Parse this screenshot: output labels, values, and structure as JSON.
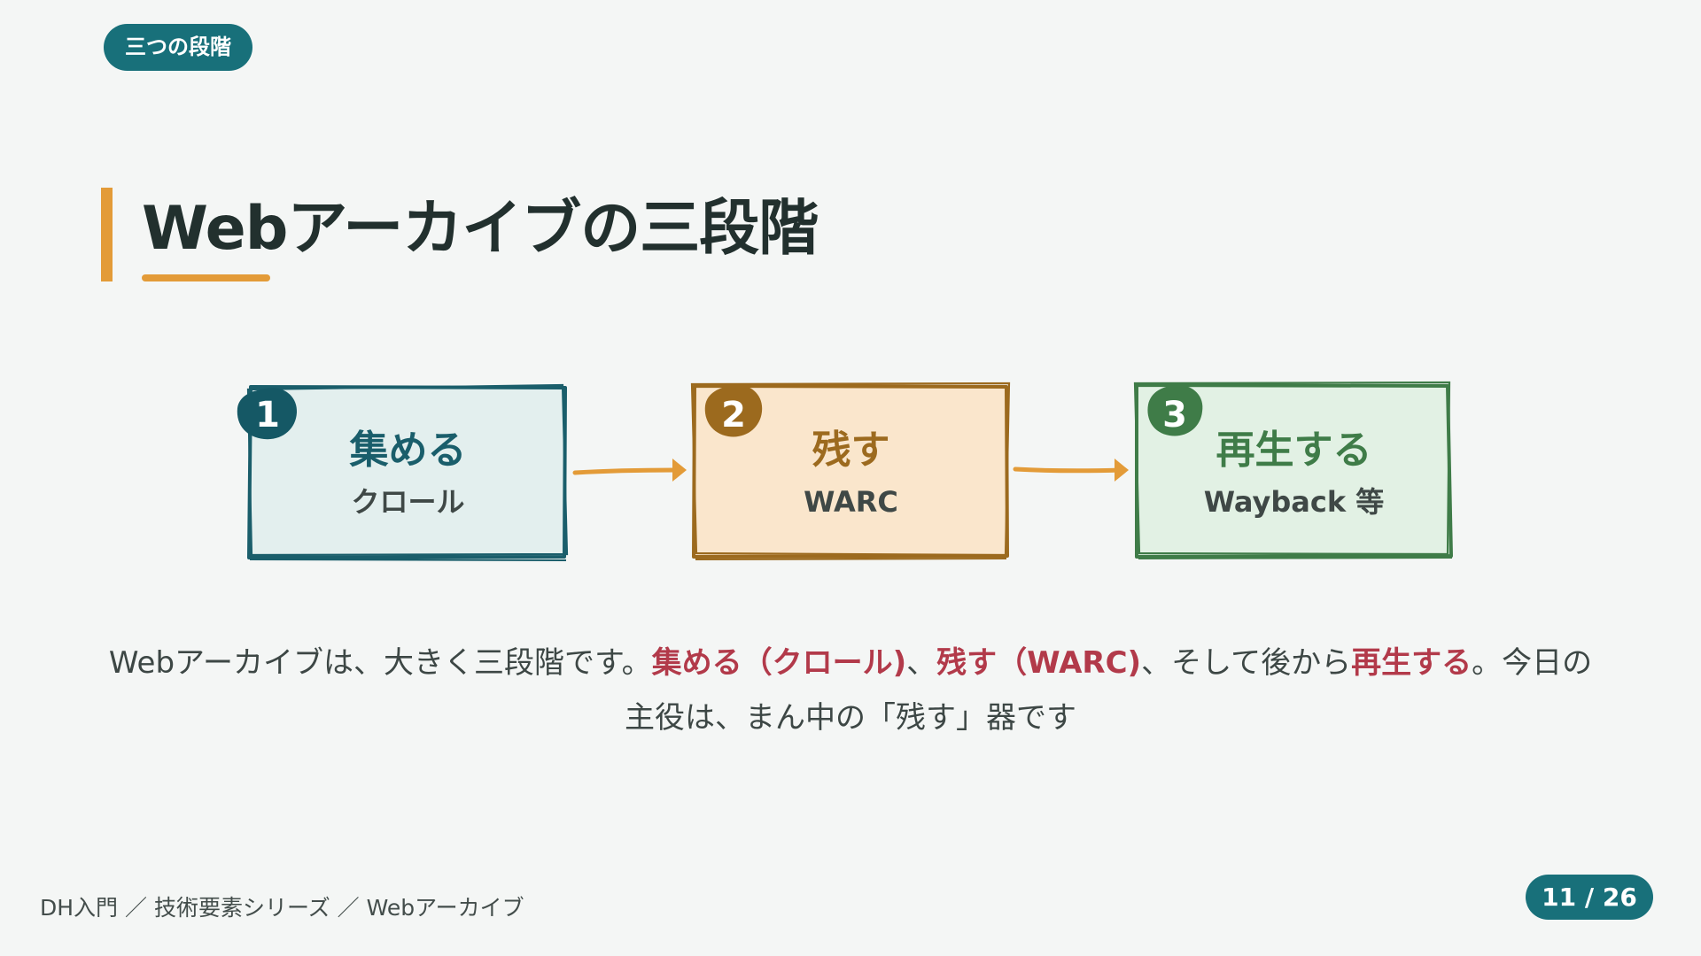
{
  "section_tag": "三つの段階",
  "title": "Webアーカイブの三段階",
  "colors": {
    "accent": "#e39b38",
    "brand": "#18707a",
    "highlight": "#b23a4a",
    "background": "#f4f6f5"
  },
  "stages": [
    {
      "number": "1",
      "name": "集める",
      "sub": "クロール",
      "accent": "#1a5e6b",
      "fill": "#e3efee"
    },
    {
      "number": "2",
      "name": "残す",
      "sub": "WARC",
      "accent": "#9c6a1e",
      "fill": "#fae6cc"
    },
    {
      "number": "3",
      "name": "再生する",
      "sub": "Wayback 等",
      "accent": "#3f7c48",
      "fill": "#e2f1e4"
    }
  ],
  "description": {
    "p1": "Webアーカイブは、大きく三段階です。",
    "h1": "集める（クロール)",
    "p2": "、",
    "h2": "残す（WARC)",
    "p3": "、そして後から",
    "h3": "再生する",
    "p4": "。今日の主役は、まん中の「残す」器です"
  },
  "footer": {
    "breadcrumb": "DH入門 ／ 技術要素シリーズ ／ Webアーカイブ",
    "page_counter": "11 / 26"
  }
}
